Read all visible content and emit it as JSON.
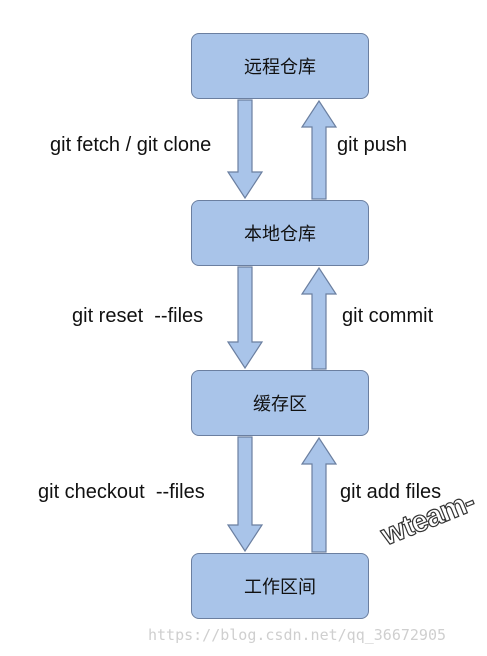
{
  "nodes": {
    "remote": "远程仓库",
    "local": "本地仓库",
    "staging": "缓存区",
    "workspace": "工作区间"
  },
  "commands": {
    "fetch_clone": "git fetch / git clone",
    "push": "git push",
    "reset": "git reset  --files",
    "commit": "git commit",
    "checkout": "git checkout  --files",
    "add": "git add files"
  },
  "watermark": {
    "logo": "wteam-",
    "url": "https://blog.csdn.net/qq_36672905"
  },
  "colors": {
    "box_fill": "#a9c4e9",
    "box_border": "#6b7fa0",
    "arrow_fill": "#a9c4e9",
    "arrow_stroke": "#6b7fa0"
  }
}
